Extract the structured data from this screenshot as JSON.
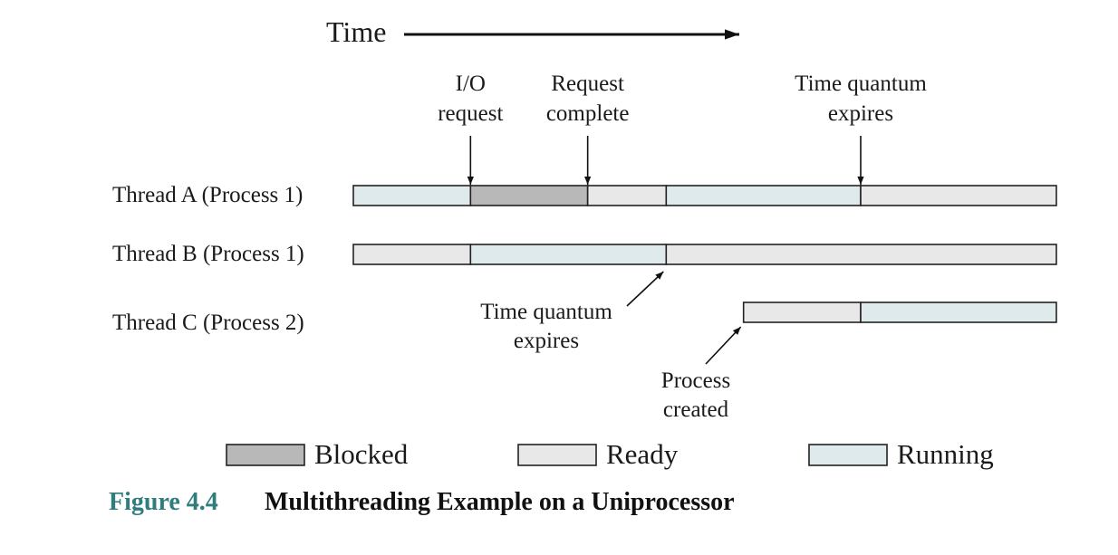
{
  "time_label": "Time",
  "states": {
    "blocked": {
      "label": "Blocked",
      "color": "#b8b8b8"
    },
    "ready": {
      "label": "Ready",
      "color": "#e8e8e8"
    },
    "running": {
      "label": "Running",
      "color": "#dfeaec"
    }
  },
  "legend_order": [
    "blocked",
    "ready",
    "running"
  ],
  "threads": [
    {
      "label": "Thread A (Process 1)",
      "segments": [
        {
          "start": 0,
          "end": 1,
          "state": "running"
        },
        {
          "start": 1,
          "end": 2,
          "state": "blocked"
        },
        {
          "start": 2,
          "end": 2.67,
          "state": "ready"
        },
        {
          "start": 2.67,
          "end": 4.33,
          "state": "running"
        },
        {
          "start": 4.33,
          "end": 6,
          "state": "ready"
        }
      ]
    },
    {
      "label": "Thread B (Process 1)",
      "segments": [
        {
          "start": 0,
          "end": 1,
          "state": "ready"
        },
        {
          "start": 1,
          "end": 2.67,
          "state": "running"
        },
        {
          "start": 2.67,
          "end": 6,
          "state": "ready"
        }
      ]
    },
    {
      "label": "Thread C (Process 2)",
      "segments": [
        {
          "start": 3.33,
          "end": 4.33,
          "state": "ready"
        },
        {
          "start": 4.33,
          "end": 6,
          "state": "running"
        }
      ]
    }
  ],
  "events": [
    {
      "lines": [
        "I/O",
        "request"
      ],
      "at": 1
    },
    {
      "lines": [
        "Request",
        "complete"
      ],
      "at": 2
    },
    {
      "lines": [
        "Time quantum",
        "expires"
      ],
      "at": 4.33
    }
  ],
  "lower_notes": [
    {
      "lines": [
        "Time quantum",
        "expires"
      ],
      "at": 2.67
    },
    {
      "lines": [
        "Process",
        "created"
      ],
      "at": 3.33
    }
  ],
  "caption": {
    "number": "Figure 4.4",
    "title": "Multithreading Example on a Uniprocessor"
  }
}
